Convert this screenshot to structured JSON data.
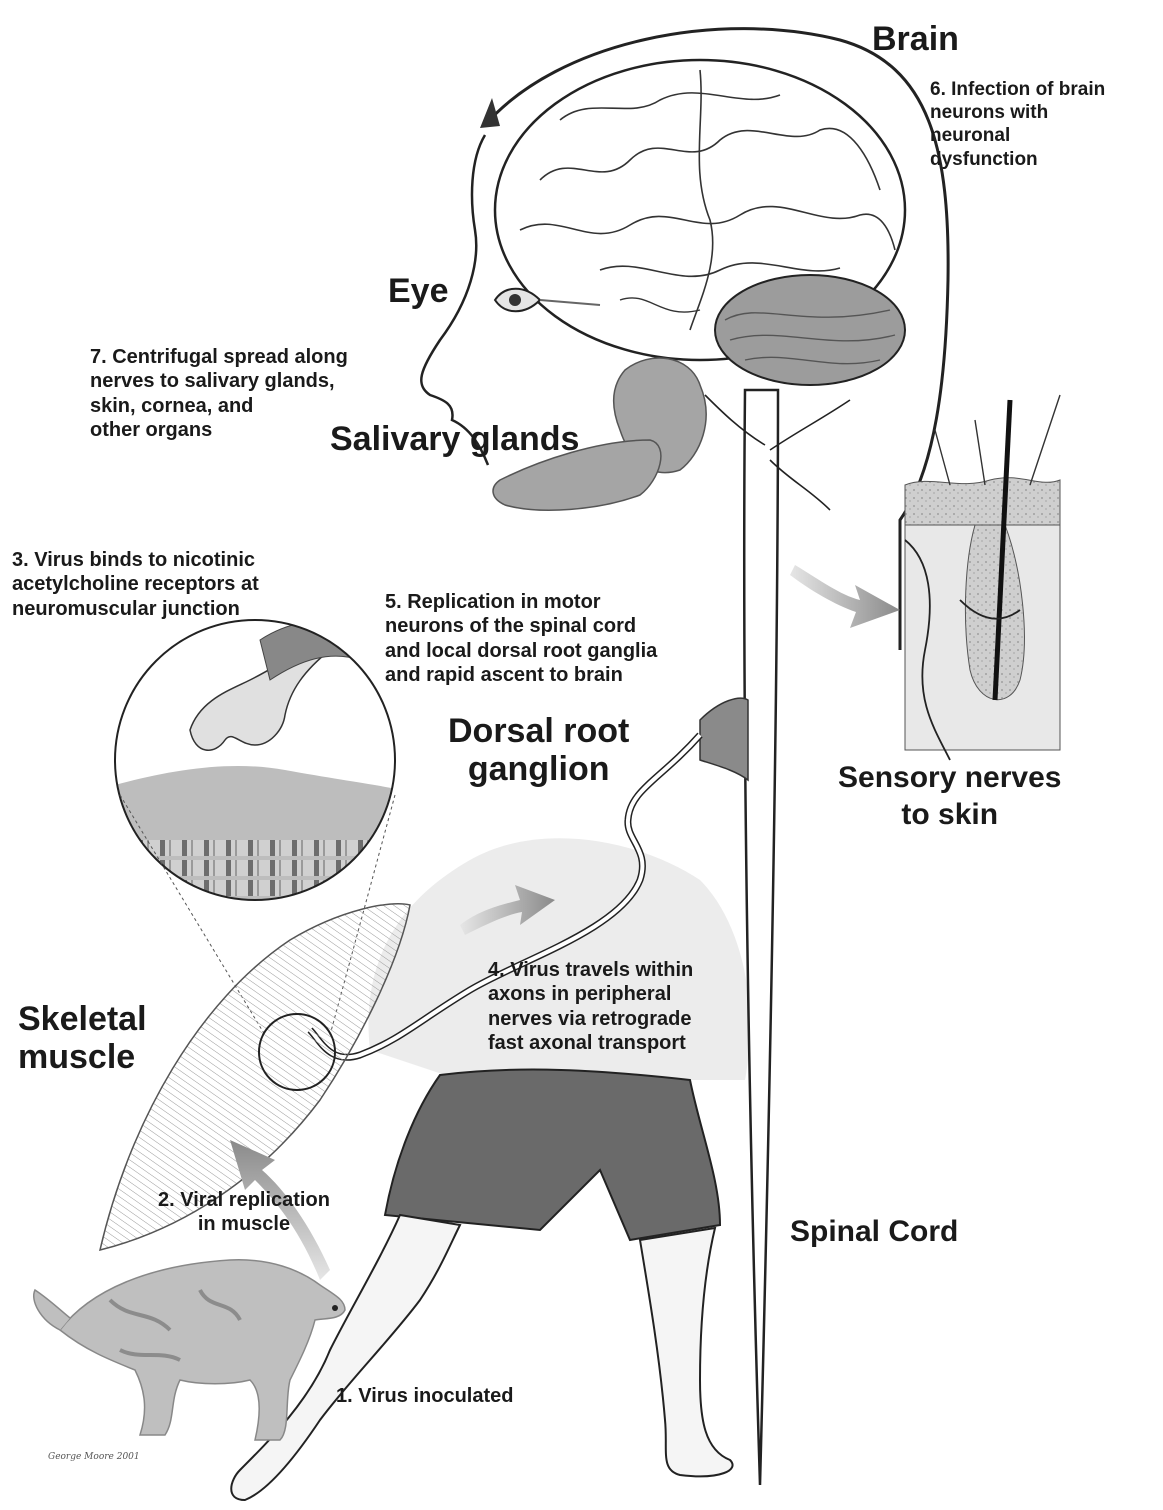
{
  "labels": {
    "brain": "Brain",
    "eye": "Eye",
    "salivary_glands": "Salivary glands",
    "dorsal_root_ganglion": "Dorsal root\nganglion",
    "sensory_nerves": "Sensory nerves\nto skin",
    "skeletal_muscle": "Skeletal\nmuscle",
    "spinal_cord": "Spinal Cord"
  },
  "steps": {
    "s1": "1. Virus inoculated",
    "s2": "2. Viral replication\nin muscle",
    "s3": "3. Virus binds to nicotinic\nacetylcholine receptors at\nneuromuscular junction",
    "s4": "4. Virus travels within\naxons in peripheral\nnerves via retrograde\nfast axonal transport",
    "s5": "5. Replication in motor\nneurons of the spinal cord\nand local dorsal root ganglia\nand rapid ascent to brain",
    "s6": "6. Infection of brain\nneurons with\nneuronal\ndysfunction",
    "s7": "7. Centrifugal spread along\nnerves to salivary glands,\nskin, cornea, and\nother organs"
  },
  "signature": "George Moore 2001"
}
